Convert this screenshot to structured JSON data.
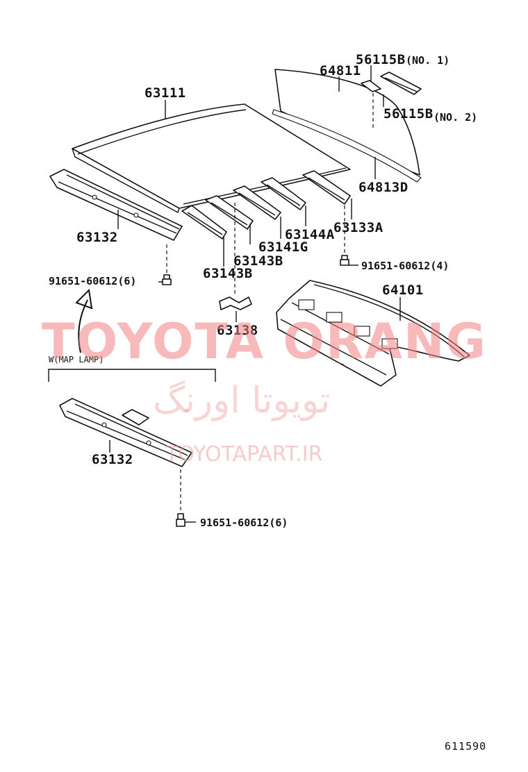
{
  "labels": {
    "p63111": "63111",
    "p64811": "64811",
    "p56115b_no1": "56115B",
    "p56115b_no1_suffix": "(NO. 1)",
    "p56115b_no2": "56115B",
    "p56115b_no2_suffix": "(NO. 2)",
    "p64813d": "64813D",
    "p63133a": "63133A",
    "p63144a": "63144A",
    "p63141g": "63141G",
    "p63143b_1": "63143B",
    "p63143b_2": "63143B",
    "p63132_top": "63132",
    "p63132_bottom": "63132",
    "bolt_left": "91651-60612(6)",
    "bolt_right": "91651-60612(4)",
    "bolt_bottom": "91651-60612(6)",
    "p63138": "63138",
    "p64101": "64101",
    "map_lamp_note": "W(MAP LAMP)"
  },
  "watermark": {
    "brand": "TOYOTA ORANG",
    "persian": "تویوتا اورنگ",
    "url": "TOYOTAPART.IR"
  },
  "footer": {
    "diagram_code": "611590"
  }
}
